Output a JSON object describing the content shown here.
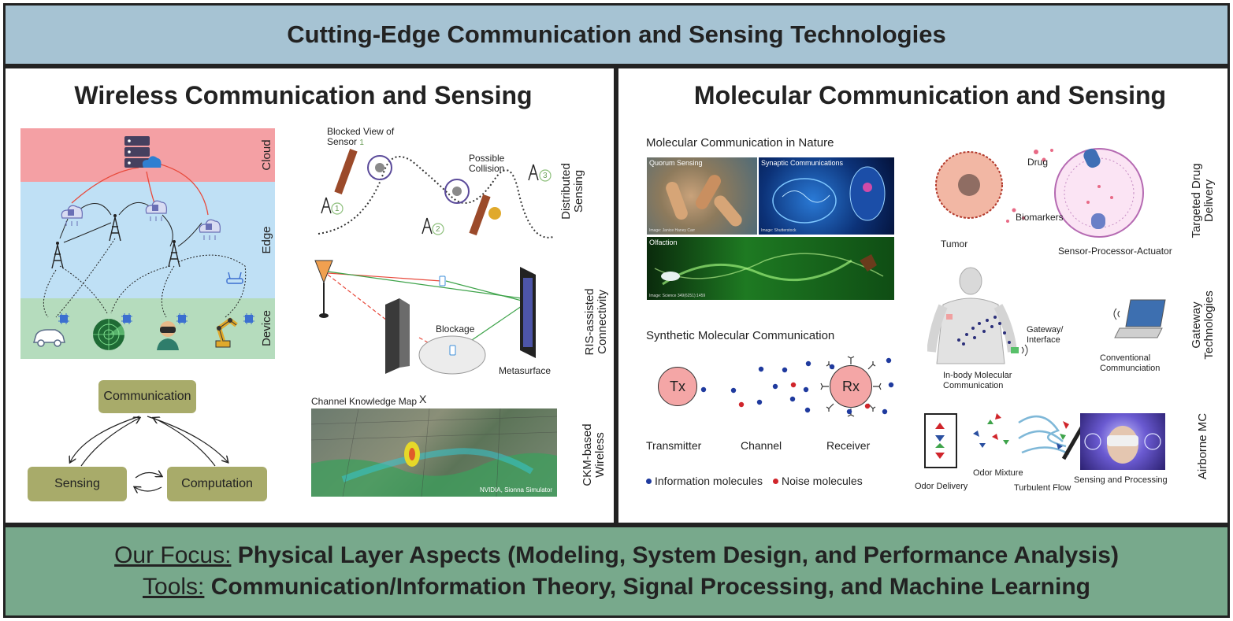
{
  "header": {
    "title": "Cutting-Edge Communication and Sensing Technologies"
  },
  "wireless": {
    "title": "Wireless Communication and Sensing",
    "layers": {
      "cloud": "Cloud",
      "edge": "Edge",
      "device": "Device"
    },
    "triangle": {
      "communication": "Communication",
      "sensing": "Sensing",
      "computation": "Computation"
    },
    "distributed": {
      "label": "Distributed Sensing",
      "blocked_view": "Blocked View of Sensor",
      "blocked_num": "1",
      "possible_collision": "Possible Collision",
      "tower_1": "1",
      "tower_2": "2",
      "tower_3": "3"
    },
    "ris": {
      "label": "RIS-assisted Connectivity",
      "blockage": "Blockage",
      "metasurface": "Metasurface",
      "x_mark": "X"
    },
    "ckm": {
      "label": "CKM-based Wireless",
      "map_title": "Channel Knowledge Map",
      "credit": "NVIDIA, Sionna Simulator"
    }
  },
  "molecular": {
    "title": "Molecular Communication and Sensing",
    "nature": {
      "heading": "Molecular Communication in Nature",
      "quorum": "Quorum Sensing",
      "synaptic": "Synaptic Communications",
      "olfaction": "Olfaction",
      "credit_quorum": "Image: Janice Haney Carr",
      "credit_synaptic": "Image: Shutterstock",
      "credit_olfaction": "Image: Science 349(6251):1459"
    },
    "synthetic": {
      "heading": "Synthetic Molecular Communication",
      "tx": "Tx",
      "rx": "Rx",
      "transmitter": "Transmitter",
      "channel": "Channel",
      "receiver": "Receiver",
      "info_molecules": "Information molecules",
      "noise_molecules": "Noise molecules"
    },
    "drug": {
      "label": "Targeted Drug Delivery",
      "drug": "Drug",
      "biomarkers": "Biomarkers",
      "tumor": "Tumor",
      "spa": "Sensor-Processor-Actuator"
    },
    "gateway": {
      "label": "Gateway Technologies",
      "gateway": "Gateway/ Interface",
      "inbody": "In-body Molecular Communication",
      "conventional": "Conventional Communciation"
    },
    "airborne": {
      "label": "Airborne MC",
      "odor_delivery": "Odor Delivery",
      "odor_mixture": "Odor Mixture",
      "turbulent": "Turbulent Flow",
      "sensing_processing": "Sensing and Processing"
    }
  },
  "footer": {
    "focus_label": "Our Focus:",
    "focus_text": " Physical Layer Aspects (Modeling, System Design, and Performance Analysis)",
    "tools_label": "Tools:",
    "tools_text": " Communication/Information Theory, Signal Processing, and Machine Learning"
  },
  "colors": {
    "header_bg": "#a6c3d3",
    "footer_bg": "#78a98c",
    "cloud_band": "#f4a0a4",
    "edge_band": "#bfe0f5",
    "device_band": "#b5dcbd",
    "olive_box": "#a8ab6a",
    "tx_rx_fill": "#f4a6a6",
    "info_dot": "#1f3a9e",
    "noise_dot": "#d0252b"
  }
}
